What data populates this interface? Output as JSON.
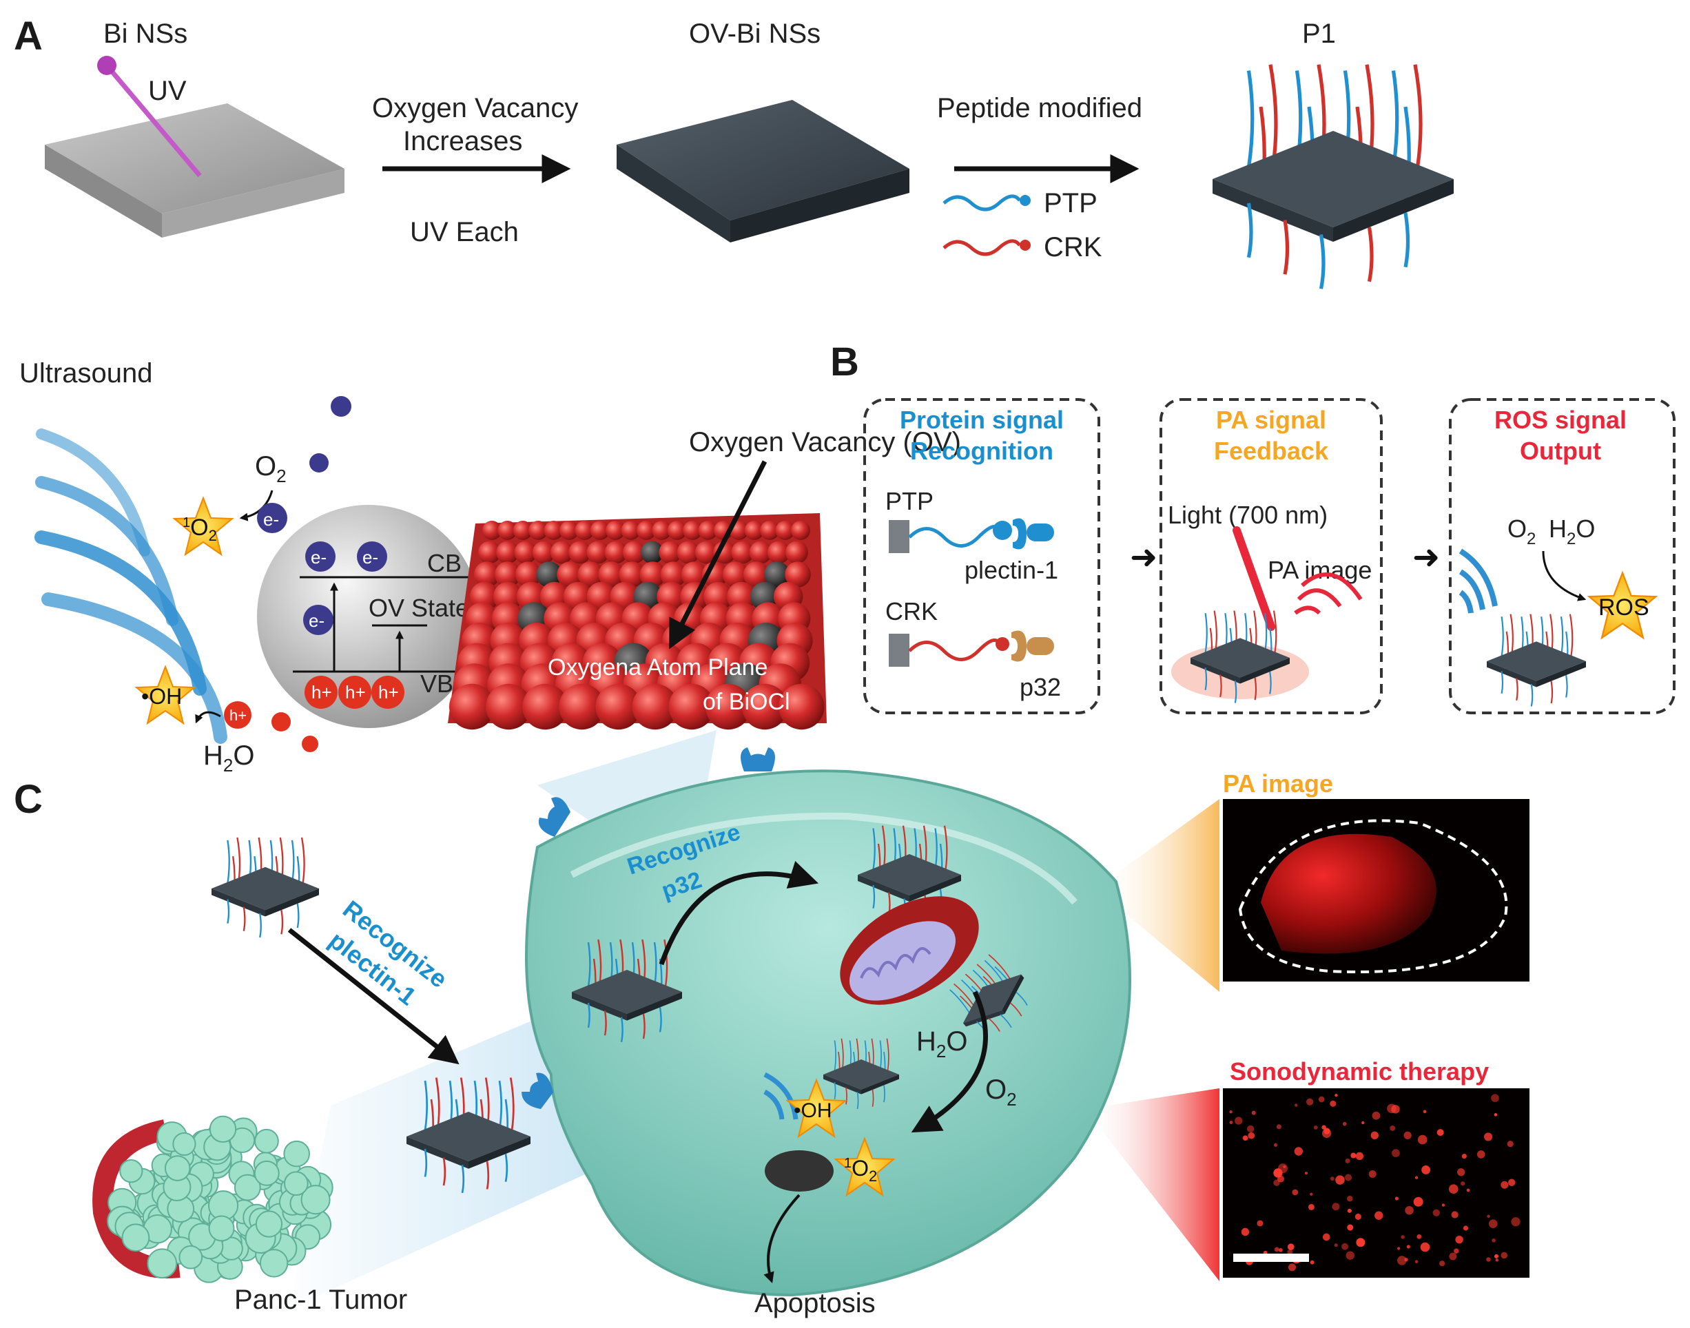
{
  "panelA": {
    "letter": "A",
    "bi_nss": "Bi NSs",
    "uv": "UV",
    "ov_bi_nss": "OV-Bi NSs",
    "p1": "P1",
    "arrow1_top1": "Oxygen Vacancy",
    "arrow1_top2": "Increases",
    "arrow1_bottom": "UV Each",
    "arrow2_top": "Peptide modified",
    "legend_ptp": "PTP",
    "legend_crk": "CRK",
    "ultrasound": "Ultrasound",
    "o2": "O",
    "o2_sub": "2",
    "singlet_pre": "1",
    "singlet_o": "O",
    "singlet_sub": "2",
    "e_label": "e-",
    "cb": "CB",
    "ov_state": "OV State",
    "vb": "VB",
    "h_label": "h+",
    "oh_label": "•OH",
    "h2o_h": "H",
    "h2o_sub": "2",
    "h2o_o": "O",
    "ov_title": "Oxygen Vacancy (OV)",
    "plane_line1": "Oxygena Atom Plane",
    "plane_line2": "of BiOCl"
  },
  "panelB": {
    "letter": "B",
    "box1_title1": "Protein signal",
    "box1_title2": "Recognition",
    "box1_ptp": "PTP",
    "box1_plectin": "plectin-1",
    "box1_crk": "CRK",
    "box1_p32": "p32",
    "box2_title1": "PA signal",
    "box2_title2": "Feedback",
    "box2_light": "Light (700 nm)",
    "box2_pa": "PA image",
    "box3_title1": "ROS signal",
    "box3_title2": "Output",
    "box3_o2": "O",
    "box3_o2_sub": "2",
    "box3_h2o": "H",
    "box3_h2o_sub": "2",
    "box3_h2o_o": "O",
    "box3_ros": "ROS"
  },
  "panelC": {
    "letter": "C",
    "recognize_plectin_1": "Recognize",
    "recognize_plectin_2": "plectin-1",
    "recognize_p32_1": "Recognize",
    "recognize_p32_2": "p32",
    "h2o_h": "H",
    "h2o_sub": "2",
    "h2o_o": "O",
    "o2": "O",
    "o2_sub": "2",
    "oh_label": "•OH",
    "singlet_pre": "1",
    "singlet_o": "O",
    "singlet_sub": "2",
    "apoptosis": "Apoptosis",
    "tumor": "Panc-1 Tumor",
    "pa_image_title": "PA image",
    "sdt_title": "Sonodynamic therapy"
  },
  "colors": {
    "blue_title": "#1a8fd0",
    "orange_title": "#f5a623",
    "red_title": "#e8283a",
    "cell": "#8fd3c7",
    "sphere_red": "#d32b2b",
    "sheet_dark": "#3e4750",
    "sheet_grey": "#a9a9a9"
  }
}
